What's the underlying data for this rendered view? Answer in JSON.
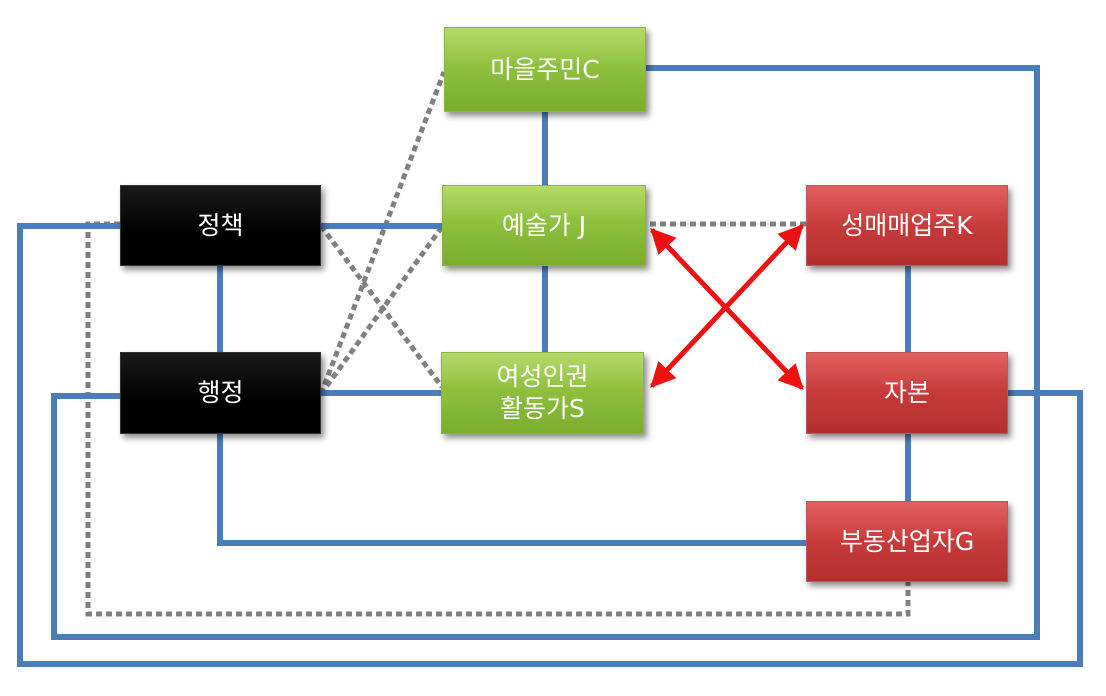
{
  "nodes": {
    "villager_c": "마을주민C",
    "artist_j": "예술가 J",
    "women_rights_s": "여성인권\n활동가S",
    "policy": "정책",
    "administration": "행정",
    "sex_business_k": "성매매업주K",
    "capital": "자본",
    "real_estate_g": "부동산업자G"
  },
  "colors": {
    "solid_line": "#4a7ebb",
    "dotted_line": "#808080",
    "arrow": "#ee1111",
    "group_government": "#000000",
    "group_community": "#8fc13f",
    "group_business": "#c83a3a"
  },
  "line_styles": {
    "solid": "solid-blue",
    "dotted": "dotted-gray",
    "arrow": "double-headed-red"
  }
}
